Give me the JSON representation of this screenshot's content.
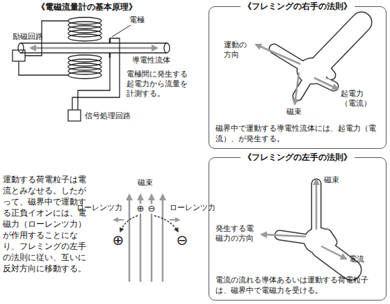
{
  "diagram": {
    "title": "《電磁流量計の基本原理》",
    "nodes": [
      {
        "text": [
          "《フレミングの右手の法則》",
          "磁界中で運動する導電性流体には、起電力（電流）、が発生する。"
        ]
      },
      {
        "text": [
          "《フレミングの左手の法則》",
          "電流の流れる導体あるいは運動する荷電粒子は、磁界中で電磁力を受ける。"
        ]
      }
    ],
    "labels": [
      "励磁回路",
      "電極",
      "導電性流体",
      "電極間に発生する起電力から流量を計測する。",
      "信号処理回路",
      "運動の方向",
      "磁束",
      "起電力 （電流）",
      "磁束",
      "発生する電磁力の方向",
      "電流",
      "運動する荷電粒子は電流とみなせる。したがって、磁界中で運動する正負イオンには、電磁力（ローレンツ力）が作用することになり、フレミングの左手の法則に従い、互いに反対方向に移動する。",
      "磁束",
      "ローレンツ力",
      "ローレンツ力",
      "⊕",
      "⊖",
      "⊕",
      "⊖"
    ]
  }
}
